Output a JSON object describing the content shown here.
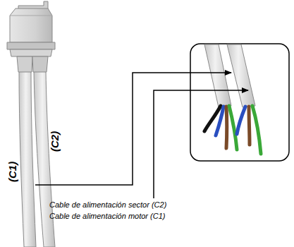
{
  "diagram": {
    "labels": [
      "(C1)",
      "(C2)",
      "Cable de alimentación sector (C2)",
      "Cable de alimentación motor (C1)"
    ]
  }
}
